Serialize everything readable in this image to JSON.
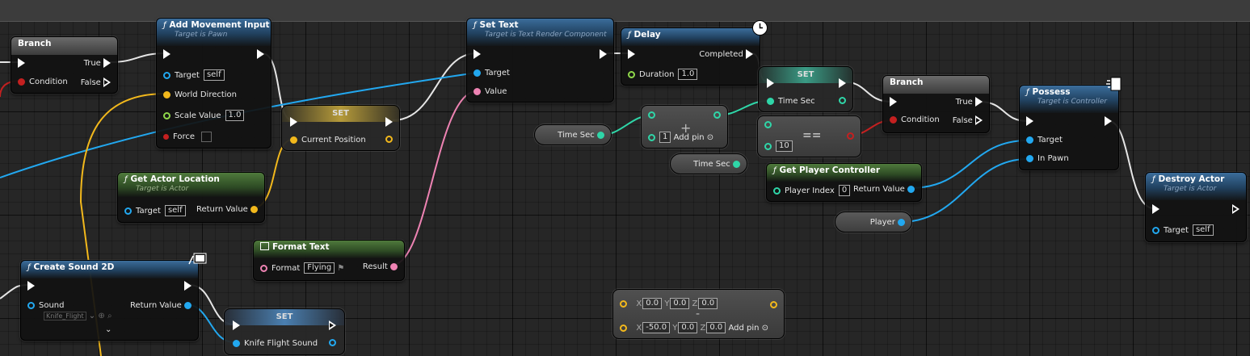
{
  "nodes": {
    "branch1": {
      "title": "Branch",
      "true": "True",
      "false": "False",
      "condition": "Condition"
    },
    "add_movement": {
      "title": "Add Movement Input",
      "subtitle": "Target is Pawn",
      "target": "Target",
      "target_val": "self",
      "world_dir": "World Direction",
      "scale": "Scale Value",
      "scale_val": "1.0",
      "force": "Force"
    },
    "set_pos": {
      "title": "SET",
      "var": "Current Position"
    },
    "get_actor_loc": {
      "title": "Get Actor Location",
      "subtitle": "Target is Actor",
      "target": "Target",
      "target_val": "self",
      "ret": "Return Value"
    },
    "set_text": {
      "title": "Set Text",
      "subtitle": "Target is Text Render Component",
      "target": "Target",
      "value": "Value"
    },
    "delay": {
      "title": "Delay",
      "completed": "Completed",
      "duration": "Duration",
      "duration_val": "1.0"
    },
    "time_sec_pill1": {
      "label": "Time Sec"
    },
    "add_node": {
      "plus": "+",
      "val": "1",
      "add_pin": "Add pin"
    },
    "set_time": {
      "title": "SET",
      "var": "Time Sec"
    },
    "equals": {
      "op": "==",
      "val": "10"
    },
    "time_sec_pill2": {
      "label": "Time Sec"
    },
    "branch2": {
      "title": "Branch",
      "true": "True",
      "false": "False",
      "condition": "Condition"
    },
    "get_player_ctrl": {
      "title": "Get Player Controller",
      "player_index": "Player Index",
      "player_index_val": "0",
      "ret": "Return Value"
    },
    "player_pill": {
      "label": "Player"
    },
    "possess": {
      "title": "Possess",
      "subtitle": "Target is Controller",
      "target": "Target",
      "in_pawn": "In Pawn"
    },
    "destroy": {
      "title": "Destroy Actor",
      "subtitle": "Target is Actor",
      "target": "Target",
      "target_val": "self"
    },
    "format_text": {
      "title": "Format Text",
      "format": "Format",
      "format_val": "Flying",
      "result": "Result"
    },
    "create_sound": {
      "title": "Create Sound 2D",
      "sound": "Sound",
      "sound_val": "Knife_Flight",
      "ret": "Return Value"
    },
    "set_sound": {
      "title": "SET",
      "var": "Knife Flight Sound"
    },
    "vector_sub": {
      "op": "-",
      "x1": "0.0",
      "y1": "0.0",
      "z1": "0.0",
      "x2": "-50.0",
      "y2": "0.0",
      "z2": "0.0",
      "add_pin": "Add pin",
      "xl": "X",
      "yl": "Y",
      "zl": "Z"
    }
  },
  "colors": {
    "exec": "#ffffff",
    "float": "#2fd6a8",
    "object": "#22a8f0",
    "vector": "#f2b81c",
    "text": "#ee83b3",
    "bool": "#c42020",
    "int": "#8fd84a"
  }
}
